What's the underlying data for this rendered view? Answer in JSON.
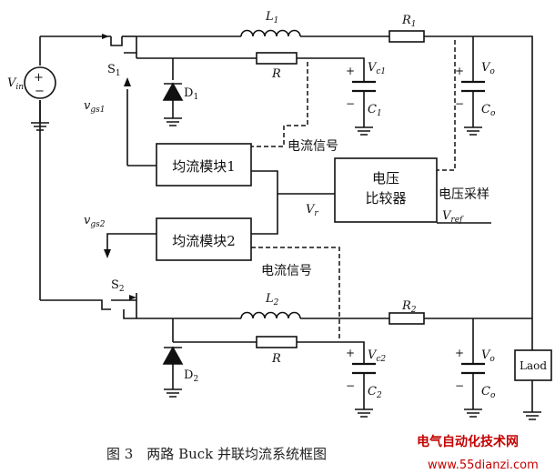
{
  "components": {
    "vin": {
      "label": "V",
      "sub": "in"
    },
    "s1": {
      "label": "S",
      "sub": "1"
    },
    "s2": {
      "label": "S",
      "sub": "2"
    },
    "d1": {
      "label": "D",
      "sub": "1"
    },
    "d2": {
      "label": "D",
      "sub": "2"
    },
    "l1": {
      "label": "L",
      "sub": "1"
    },
    "l2": {
      "label": "L",
      "sub": "2"
    },
    "r1": {
      "label": "R",
      "sub": "1"
    },
    "r2": {
      "label": "R",
      "sub": "2"
    },
    "r_top": {
      "label": "R"
    },
    "r_bot": {
      "label": "R"
    },
    "vc1": {
      "label": "V",
      "sub": "c1"
    },
    "c1": {
      "label": "C",
      "sub": "1"
    },
    "vc2": {
      "label": "V",
      "sub": "c2"
    },
    "c2": {
      "label": "C",
      "sub": "2"
    },
    "vo_top": {
      "label": "V",
      "sub": "o"
    },
    "co_top": {
      "label": "C",
      "sub": "o"
    },
    "vo_bot": {
      "label": "V",
      "sub": "o"
    },
    "co_bot": {
      "label": "C",
      "sub": "o"
    },
    "vgs1": {
      "label": "v",
      "sub": "gs1"
    },
    "vgs2": {
      "label": "v",
      "sub": "gs2"
    },
    "vr": {
      "label": "V",
      "sub": "r"
    },
    "vref": {
      "label": "V",
      "sub": "ref"
    }
  },
  "blocks": {
    "current_share_1": "均流模块1",
    "current_share_2": "均流模块2",
    "voltage_compare_line1": "电压",
    "voltage_compare_line2": "比较器",
    "load": "Laod"
  },
  "signals": {
    "current_signal_1": "电流信号",
    "current_signal_2": "电流信号",
    "voltage_sampling": "电压采样"
  },
  "polarity": {
    "plus": "+",
    "minus": "−"
  },
  "caption": "图 3　两路 Buck 并联均流系统框图",
  "watermark": {
    "line1": "电气自动化技术网",
    "line2": "www.55dianzi.com"
  }
}
